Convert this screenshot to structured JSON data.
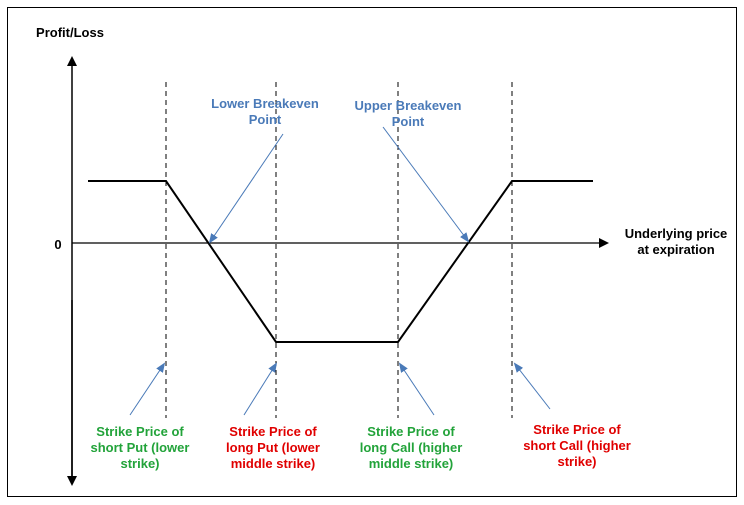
{
  "axes": {
    "y_label": "Profit/Loss",
    "zero_label": "0",
    "x_label_line1": "Underlying price",
    "x_label_line2": "at expiration"
  },
  "breakevens": {
    "lower_line1": "Lower Breakeven",
    "lower_line2": "Point",
    "upper_line1": "Upper Breakeven",
    "upper_line2": "Point"
  },
  "strikes": {
    "short_put": [
      "Strike Price of",
      "short Put (lower",
      "strike)"
    ],
    "long_put": [
      "Strike Price of",
      "long Put (lower",
      "middle strike)"
    ],
    "long_call": [
      "Strike Price of",
      "long Call (higher",
      "middle strike)"
    ],
    "short_call": [
      "Strike Price of",
      "short Call (higher",
      "strike)"
    ]
  },
  "colors": {
    "breakeven": "#4a7ab8",
    "long_strike": "#22a33a",
    "short_strike": "#e00000",
    "payoff": "#000000"
  }
}
